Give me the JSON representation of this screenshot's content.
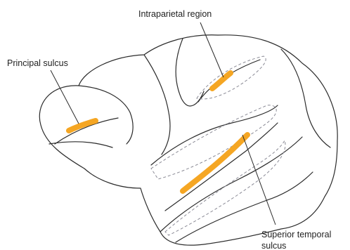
{
  "labels": {
    "intraparietal": "Intraparietal region",
    "principal": "Principal sulcus",
    "sts_line1": "Superior temporal",
    "sts_line2": "sulcus"
  },
  "colors": {
    "highlight": "#F5A623",
    "outline": "#2b2b2b",
    "dashed": "#8a8a95"
  }
}
